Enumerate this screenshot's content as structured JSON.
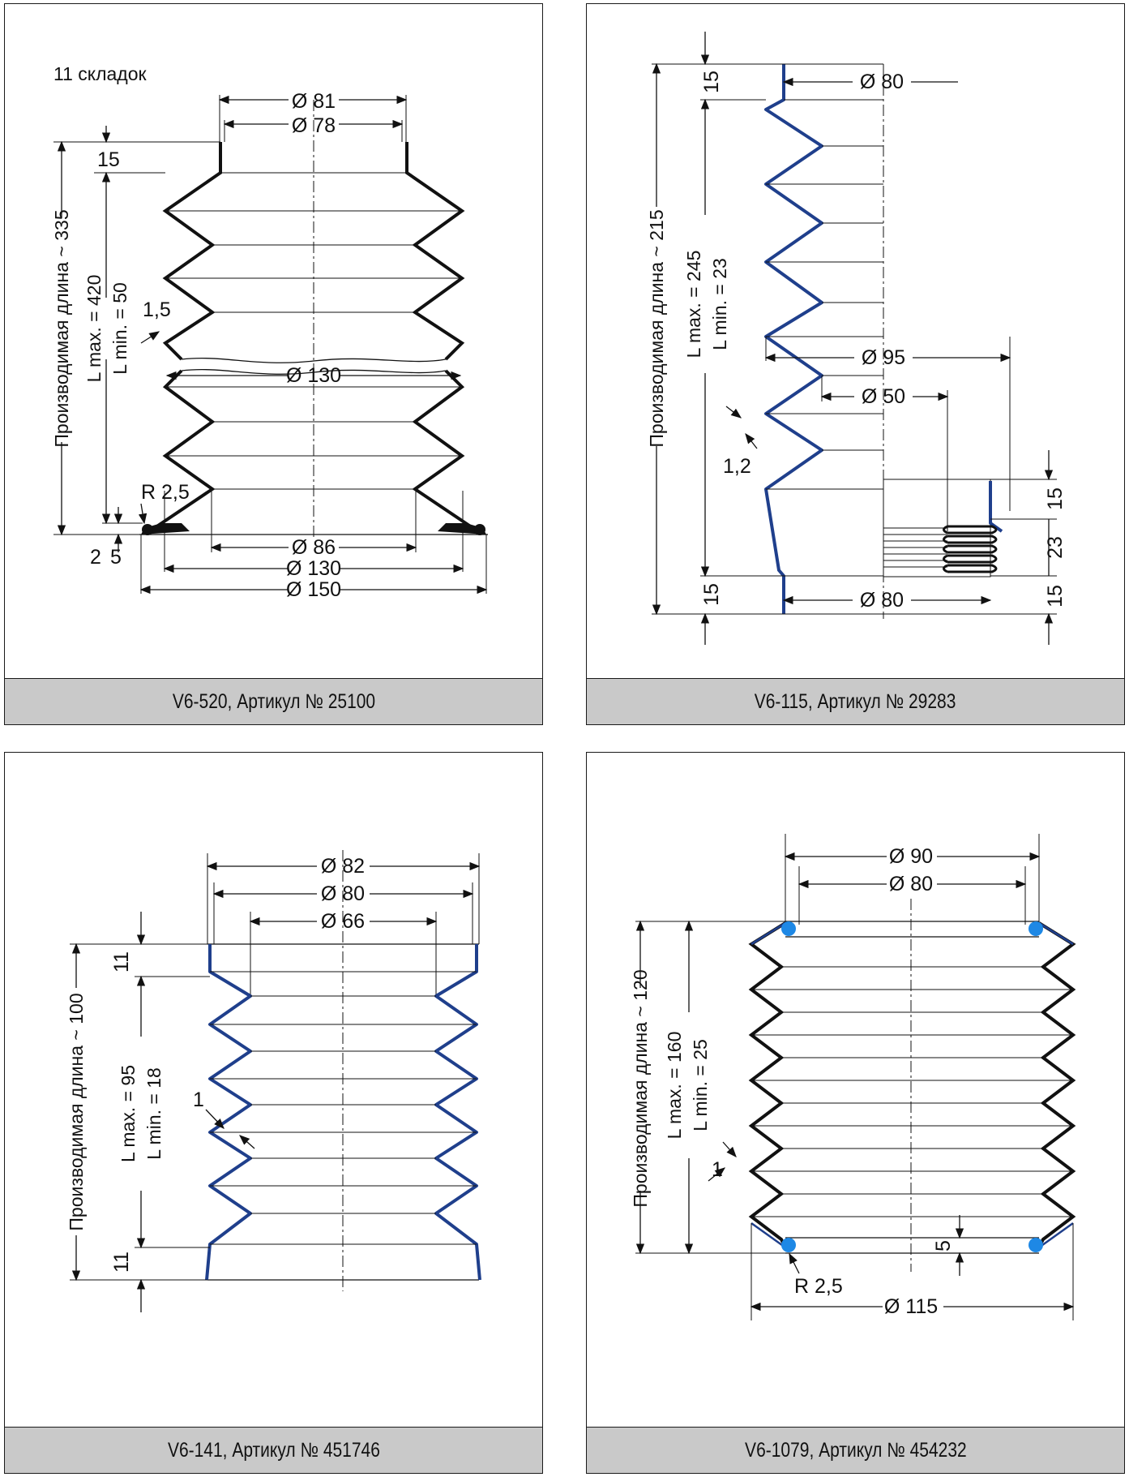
{
  "panels": [
    {
      "caption": "V6-520, Артикул № 25100",
      "note": "11 складок",
      "labels": {
        "d_outer_top": "Ø 81",
        "d_inner_top": "Ø 78",
        "d_fold": "Ø 130",
        "d_base_inner": "Ø 86",
        "d_base_mid": "Ø 130",
        "d_base_outer": "Ø 150",
        "flange": "15",
        "wall": "1,5",
        "radius": "R 2,5",
        "dim_2": "2",
        "dim_5": "5",
        "stroke": "Производимая длина ~ 335",
        "lmax": "L max. = 420",
        "lmin": "L min. = 50"
      }
    },
    {
      "caption": "V6-115, Артикул № 29283",
      "labels": {
        "d_top": "Ø 80",
        "d_95": "Ø 95",
        "d_50": "Ø 50",
        "d_bottom": "Ø 80",
        "top_15": "15",
        "bottom_15": "15",
        "wall": "1,2",
        "stroke": "Производимая длина ~ 215",
        "lmax": "L max. = 245",
        "lmin": "L min. = 23",
        "right_15a": "15",
        "right_23": "23",
        "right_15b": "15"
      }
    },
    {
      "caption": "V6-141, Артикул № 451746",
      "labels": {
        "d82": "Ø 82",
        "d80": "Ø 80",
        "d66": "Ø 66",
        "top_11": "11",
        "bottom_11": "11",
        "wall": "1",
        "stroke": "Производимая длина ~ 100",
        "lmax": "L max. = 95",
        "lmin": "L min. = 18"
      }
    },
    {
      "caption": "V6-1079, Артикул № 454232",
      "labels": {
        "d90": "Ø 90",
        "d80": "Ø 80",
        "d115": "Ø 115",
        "wall": "1",
        "radius": "R 2,5",
        "dim5": "5",
        "stroke": "Производимая длина ~ 120",
        "lmax": "L max. = 160",
        "lmin": "L min. = 25"
      }
    }
  ]
}
